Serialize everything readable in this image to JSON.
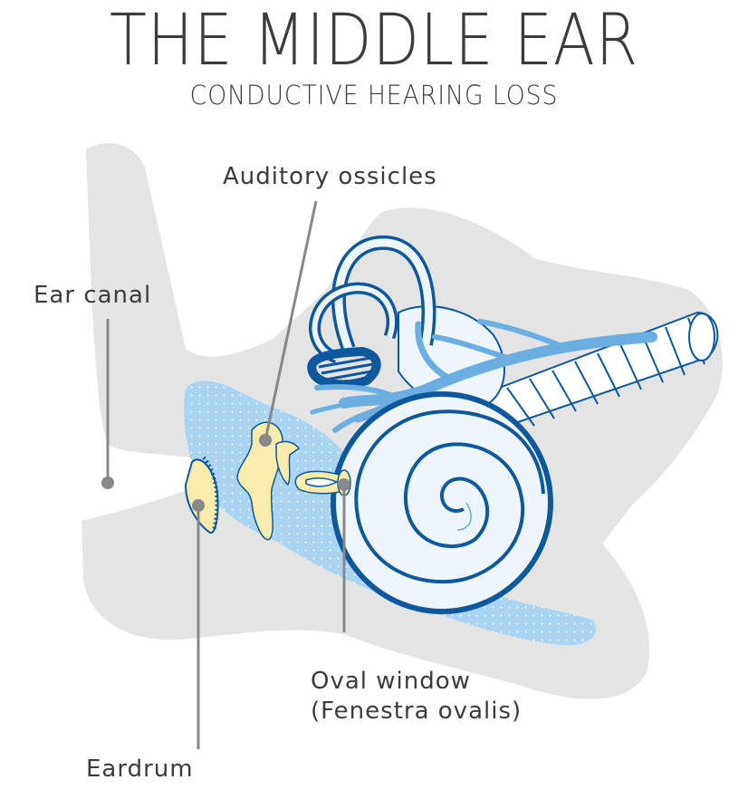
{
  "title": "THE MIDDLE EAR",
  "subtitle": "CONDUCTIVE HEARING LOSS",
  "labels": {
    "auditory_ossicles": "Auditory ossicles",
    "ear_canal": "Ear canal",
    "oval_window_line1": "Oval window",
    "oval_window_line2": "(Fenestra ovalis)",
    "eardrum": "Eardrum"
  },
  "colors": {
    "background": "#ffffff",
    "head_gray": "#e4e4e4",
    "light_blue": "#a9d4f2",
    "dark_blue": "#0e58a0",
    "mid_blue": "#6aaee2",
    "bone_yellow": "#f7ecaa",
    "leader_gray": "#888888"
  }
}
